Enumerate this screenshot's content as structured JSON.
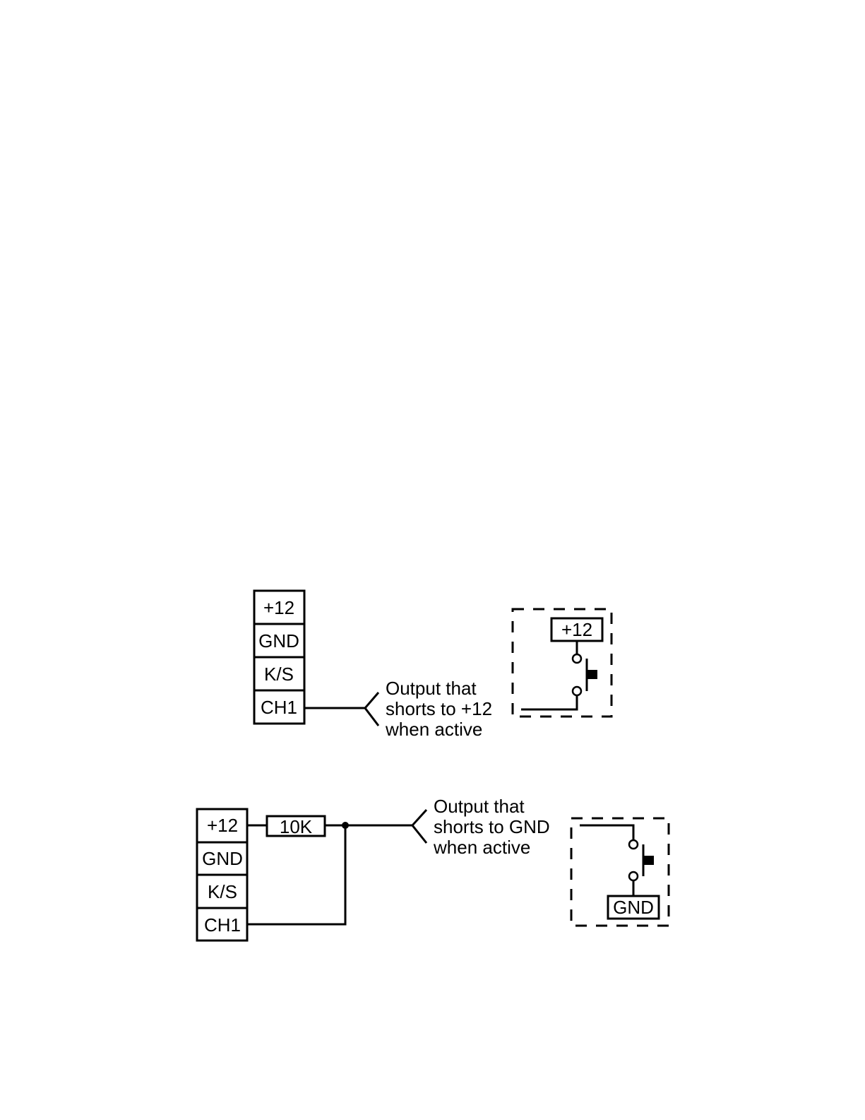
{
  "diagram1": {
    "terminals": [
      "+12",
      "GND",
      "K/S",
      "CH1"
    ],
    "output_label": [
      "Output that",
      "shorts to +12",
      "when active"
    ],
    "device_supply": "+12"
  },
  "diagram2": {
    "terminals": [
      "+12",
      "GND",
      "K/S",
      "CH1"
    ],
    "resistor": "10K",
    "output_label": [
      "Output that",
      "shorts to GND",
      "when active"
    ],
    "device_supply": "GND"
  }
}
